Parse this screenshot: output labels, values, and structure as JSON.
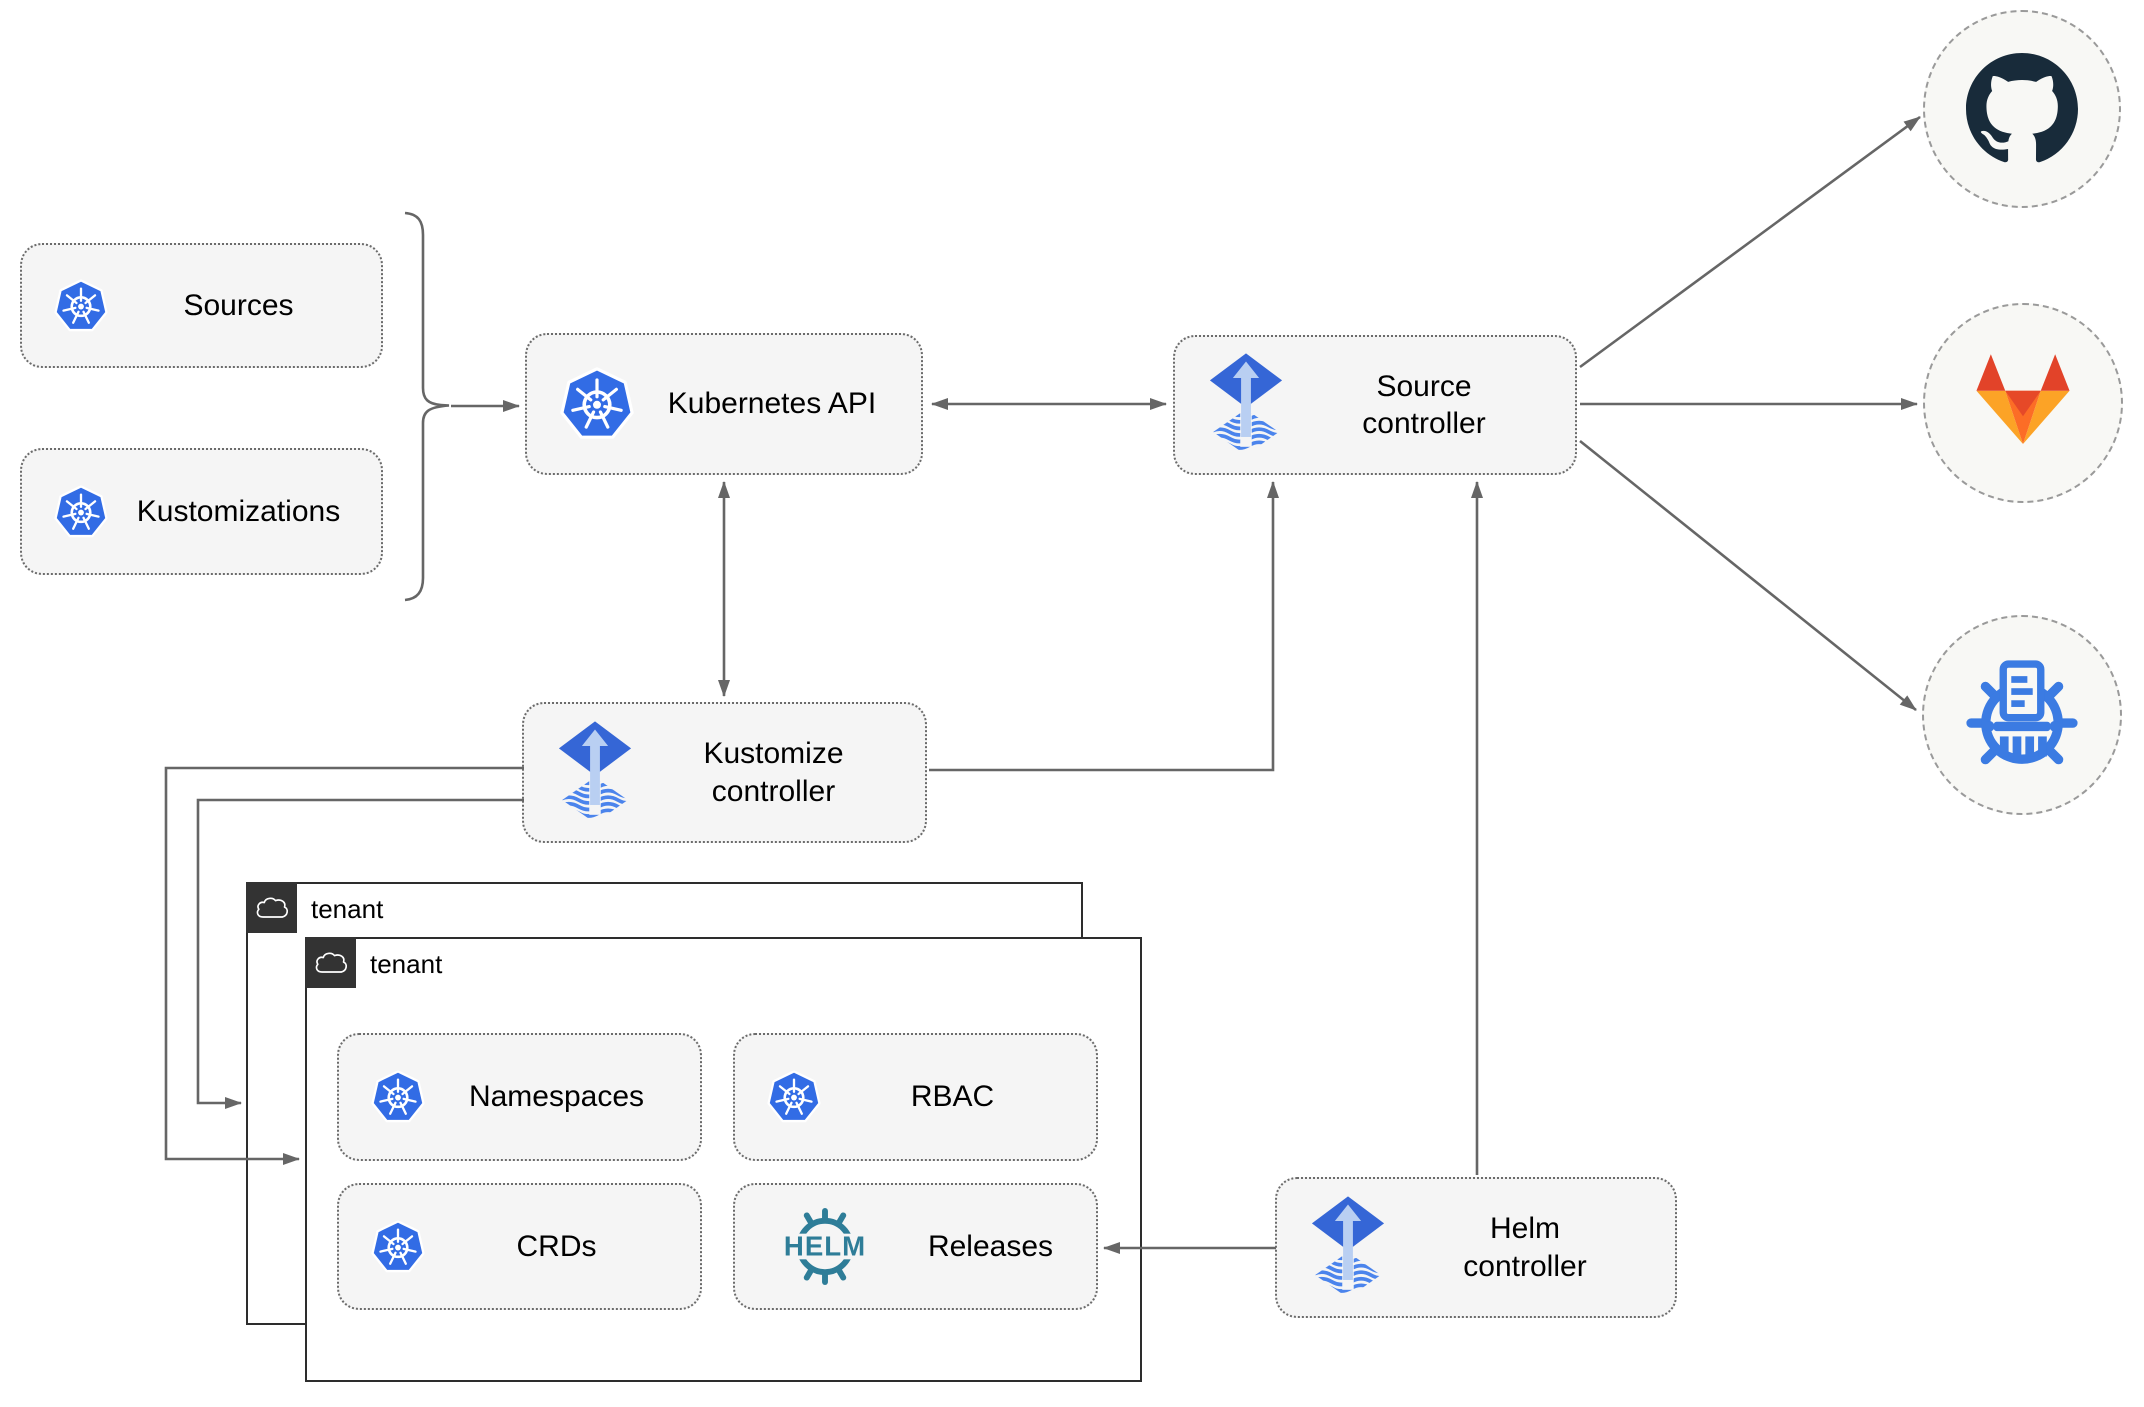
{
  "diagram": {
    "nodes": {
      "sources": "Sources",
      "kustomizations": "Kustomizations",
      "kubernetes_api": "Kubernetes API",
      "source_controller": "Source\ncontroller",
      "kustomize_controller": "Kustomize\ncontroller",
      "helm_controller": "Helm\ncontroller",
      "namespaces": "Namespaces",
      "rbac": "RBAC",
      "crds": "CRDs",
      "releases": "Releases"
    },
    "tenants": {
      "back_label": "tenant",
      "front_label": "tenant"
    },
    "helm_logo_text": "HELM",
    "external_targets": [
      "github",
      "gitlab",
      "chartmuseum"
    ],
    "colors": {
      "kubernetes_blue": "#326ce5",
      "flux_blue": "#3566d6",
      "flux_light_arrow": "#b9cff2",
      "flux_wave_blue": "#4b84ec",
      "helm_teal": "#2e7d98",
      "github_dark": "#182b3a",
      "gitlab_red": "#e24329",
      "gitlab_orange": "#fc6d26",
      "gitlab_amber": "#fca326",
      "chartmuseum_blue": "#3b7be2",
      "connector_gray": "#666666",
      "node_fill": "#f5f5f5",
      "tenant_dark": "#333333"
    }
  }
}
